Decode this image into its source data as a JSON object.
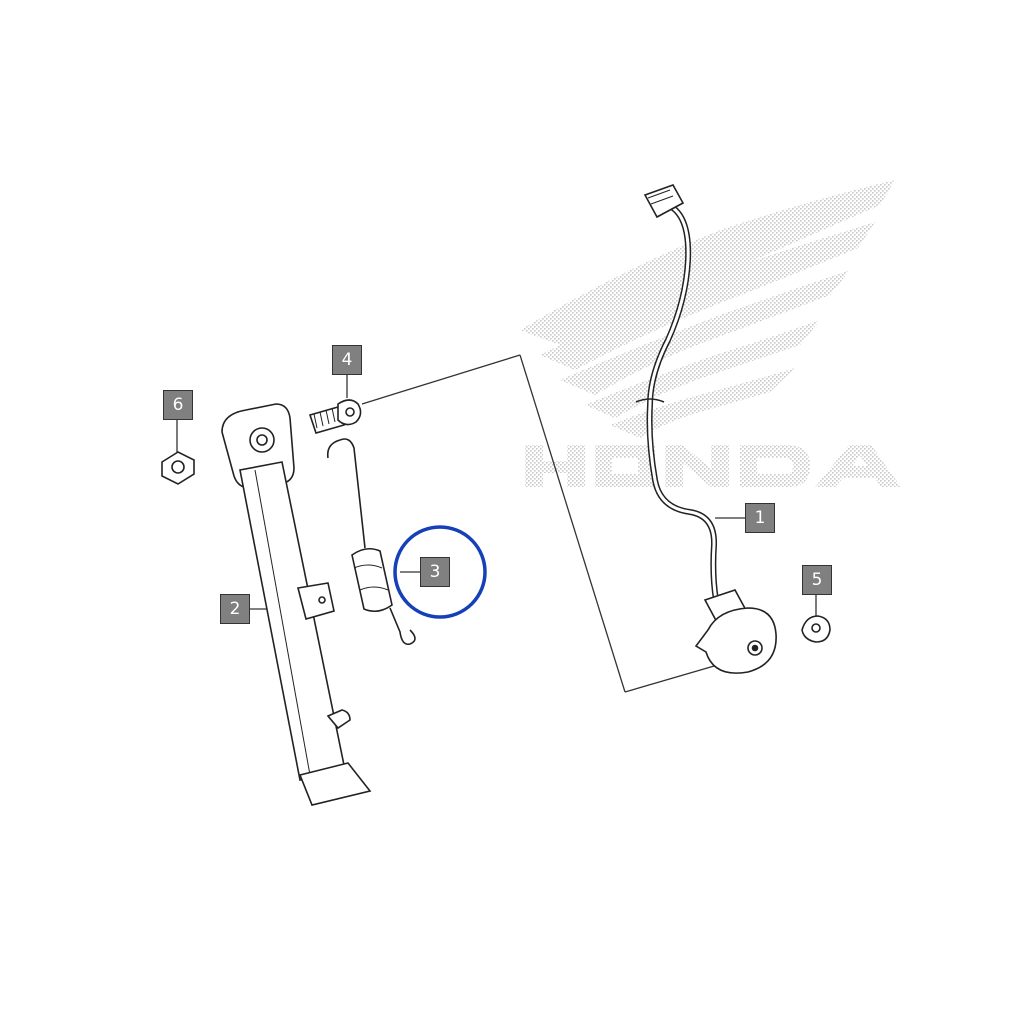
{
  "watermark": {
    "text": "HONDA",
    "color": "#d2d2d2"
  },
  "parts": [
    {
      "number": "1",
      "name": "side-stand-switch"
    },
    {
      "number": "2",
      "name": "side-stand"
    },
    {
      "number": "3",
      "name": "side-stand-spring"
    },
    {
      "number": "4",
      "name": "pivot-bolt"
    },
    {
      "number": "5",
      "name": "switch-bolt"
    },
    {
      "number": "6",
      "name": "lock-nut"
    }
  ],
  "highlight": {
    "part": "3",
    "color": "#1540b8"
  },
  "colors": {
    "line": "#333333",
    "callout_fill": "#808080",
    "callout_text": "#ffffff"
  }
}
